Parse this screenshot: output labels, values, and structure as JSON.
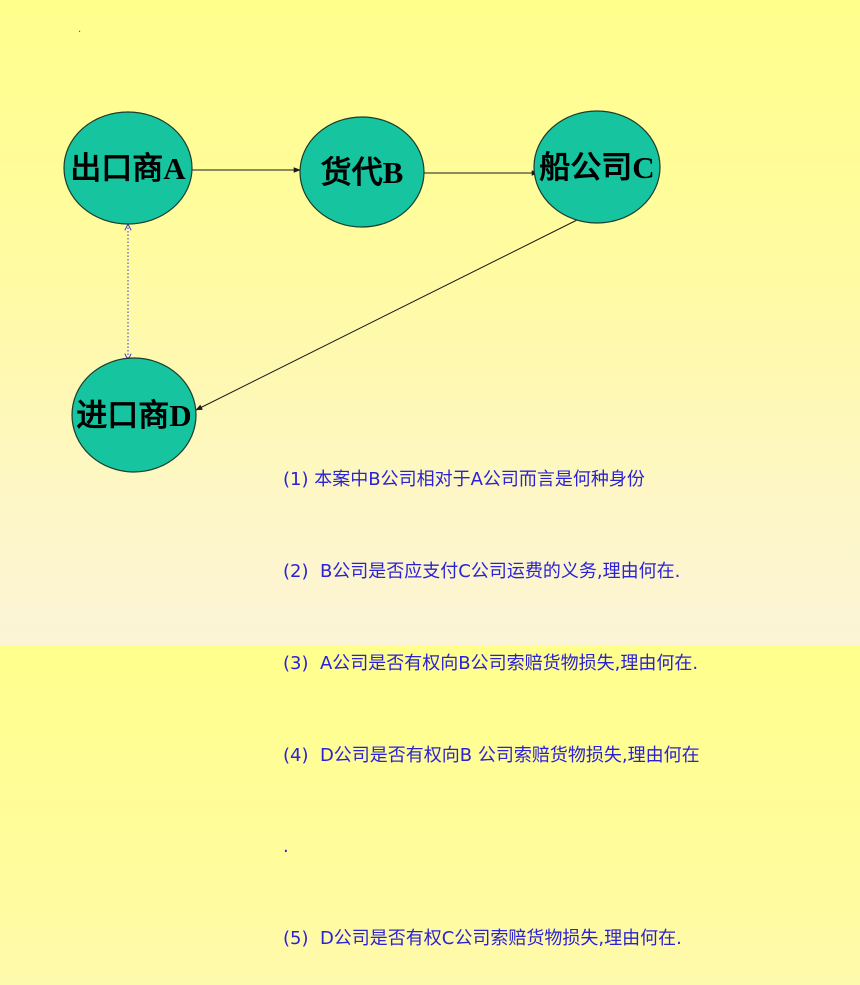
{
  "colors": {
    "node_fill": "#16c5a0",
    "node_stroke": "#1d3b2c",
    "solid_arrow": "#1a1a1a",
    "dotted_arrow": "#3a3ad8",
    "question_text": "#2b22d6"
  },
  "corner_mark": ".",
  "nodes": {
    "exporter": "出口商A",
    "forwarder": "货代B",
    "carrier": "船公司C",
    "importer": "进口商D"
  },
  "questions": [
    "(1) 本案中B公司相对于A公司而言是何种身份",
    "(2)  B公司是否应支付C公司运费的义务,理由何在.",
    "(3)  A公司是否有权向B公司索赔货物损失,理由何在.",
    "(4)  D公司是否有权向B 公司索赔货物损失,理由何在",
    ".",
    "(5)  D公司是否有权C公司索赔货物损失,理由何在."
  ]
}
